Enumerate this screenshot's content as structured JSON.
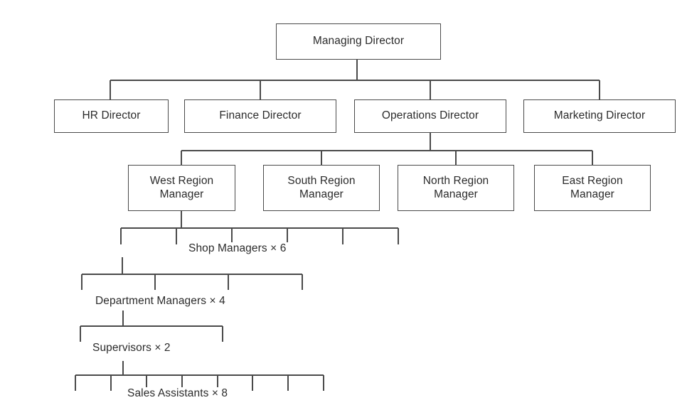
{
  "diagram": {
    "type": "organisation-chart",
    "title": "Organisational structure chart",
    "background_color": "#ffffff",
    "line_color": "#4a4a4a",
    "text_color": "#2b2b2b",
    "box_fill": "#ffffff"
  },
  "levels": [
    {
      "name": "level-1",
      "nodes": [
        {
          "id": "managing-director",
          "label": "Managing Director"
        }
      ]
    },
    {
      "name": "level-2",
      "nodes": [
        {
          "id": "hr-director",
          "label": "HR Director"
        },
        {
          "id": "finance-director",
          "label": "Finance Director"
        },
        {
          "id": "operations-director",
          "label": "Operations Director"
        },
        {
          "id": "marketing-director",
          "label": "Marketing Director"
        }
      ]
    },
    {
      "name": "level-3",
      "nodes": [
        {
          "id": "west-region-manager",
          "label": "West Region\nManager"
        },
        {
          "id": "south-region-manager",
          "label": "South Region\nManager"
        },
        {
          "id": "north-region-manager",
          "label": "North Region\nManager"
        },
        {
          "id": "east-region-manager",
          "label": "East Region\nManager"
        }
      ]
    }
  ],
  "tiers": [
    {
      "id": "shop-managers",
      "label": "Shop Managers × 6",
      "count": 6
    },
    {
      "id": "department-managers",
      "label": "Department Managers × 4",
      "count": 4
    },
    {
      "id": "supervisors",
      "label": "Supervisors × 2",
      "count": 2
    },
    {
      "id": "sales-assistants",
      "label": "Sales Assistants × 8",
      "count": 8
    }
  ]
}
